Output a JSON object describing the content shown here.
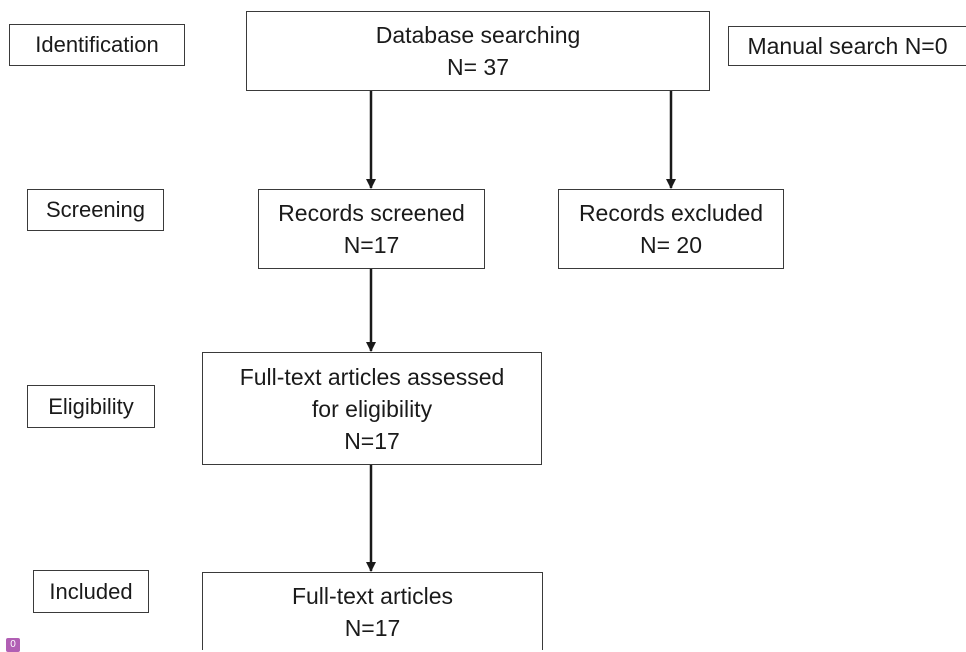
{
  "stages": {
    "identification": "Identification",
    "screening": "Screening",
    "eligibility": "Eligibility",
    "included": "Included"
  },
  "boxes": {
    "database_searching": {
      "title": "Database searching",
      "count": "N= 37"
    },
    "manual_search": {
      "text": "Manual search N=0"
    },
    "records_screened": {
      "title": "Records screened",
      "count": "N=17"
    },
    "records_excluded": {
      "title": "Records excluded",
      "count": "N= 20"
    },
    "full_text_assessed": {
      "line1": "Full-text articles assessed",
      "line2": "for eligibility",
      "count": "N=17"
    },
    "full_text_included": {
      "title": "Full-text articles",
      "count": "N=17"
    }
  },
  "corner_badge": {
    "label": "0",
    "color": "#b15fb4"
  }
}
